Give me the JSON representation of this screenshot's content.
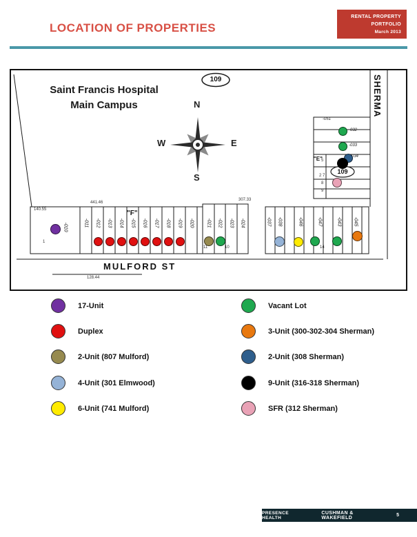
{
  "header": {
    "title": "LOCATION OF PROPERTIES",
    "badge": {
      "line1": "RENTAL PROPERTY",
      "line2": "PORTFOLIO",
      "line3": "March 2013"
    }
  },
  "map": {
    "hospital_line1": "Saint Francis Hospital",
    "hospital_line2": "Main Campus",
    "route_shield_top": "109",
    "route_shield_right": "109",
    "street_sherman": "SHERMA",
    "street_mulford": "MULFORD ST",
    "block_f": "\"F\"",
    "block_e": "\"E\"",
    "compass": {
      "n": "N",
      "e": "E",
      "s": "S",
      "w": "W"
    },
    "lots_left": [
      "-010",
      "-011",
      "-012",
      "-013",
      "-014",
      "-015",
      "-016",
      "-017",
      "-018",
      "-019",
      "-020"
    ],
    "lots_mid": [
      "-021",
      "-022",
      "-023",
      "-024"
    ],
    "lots_right": [
      "-037",
      "-038",
      "-046",
      "-047",
      "-043",
      "-045"
    ],
    "lots_upper": [
      "-051",
      "-032",
      "-033",
      "-034"
    ],
    "nums": {
      "n140": "140.55",
      "n441": "441.46",
      "n307": "307.33",
      "n128": "128.44",
      "n1": "1",
      "n11": "11",
      "n10": "10",
      "n14": "14",
      "n5": "5",
      "n27": "2 7",
      "n8": "8",
      "n9": "9"
    }
  },
  "legend": {
    "left": [
      {
        "label": "17-Unit",
        "color": "#7030A0"
      },
      {
        "label": "Duplex",
        "color": "#E01010"
      },
      {
        "label": "2-Unit (807 Mulford)",
        "color": "#968A4F"
      },
      {
        "label": "4-Unit (301 Elmwood)",
        "color": "#95B3D7"
      },
      {
        "label": "6-Unit (741 Mulford)",
        "color": "#FFEB00"
      }
    ],
    "right": [
      {
        "label": "Vacant Lot",
        "color": "#1FA84F"
      },
      {
        "label": "3-Unit (300-302-304 Sherman)",
        "color": "#E8780F"
      },
      {
        "label": "2-Unit (308 Sherman)",
        "color": "#2E5E8C"
      },
      {
        "label": "9-Unit (316-318 Sherman)",
        "color": "#000000"
      },
      {
        "label": "SFR (312 Sherman)",
        "color": "#E9A2B6"
      }
    ]
  },
  "footer": {
    "brand_left": "PRESENCE HEALTH",
    "brand_right": "CUSHMAN & WAKEFIELD",
    "page_number": "5"
  }
}
